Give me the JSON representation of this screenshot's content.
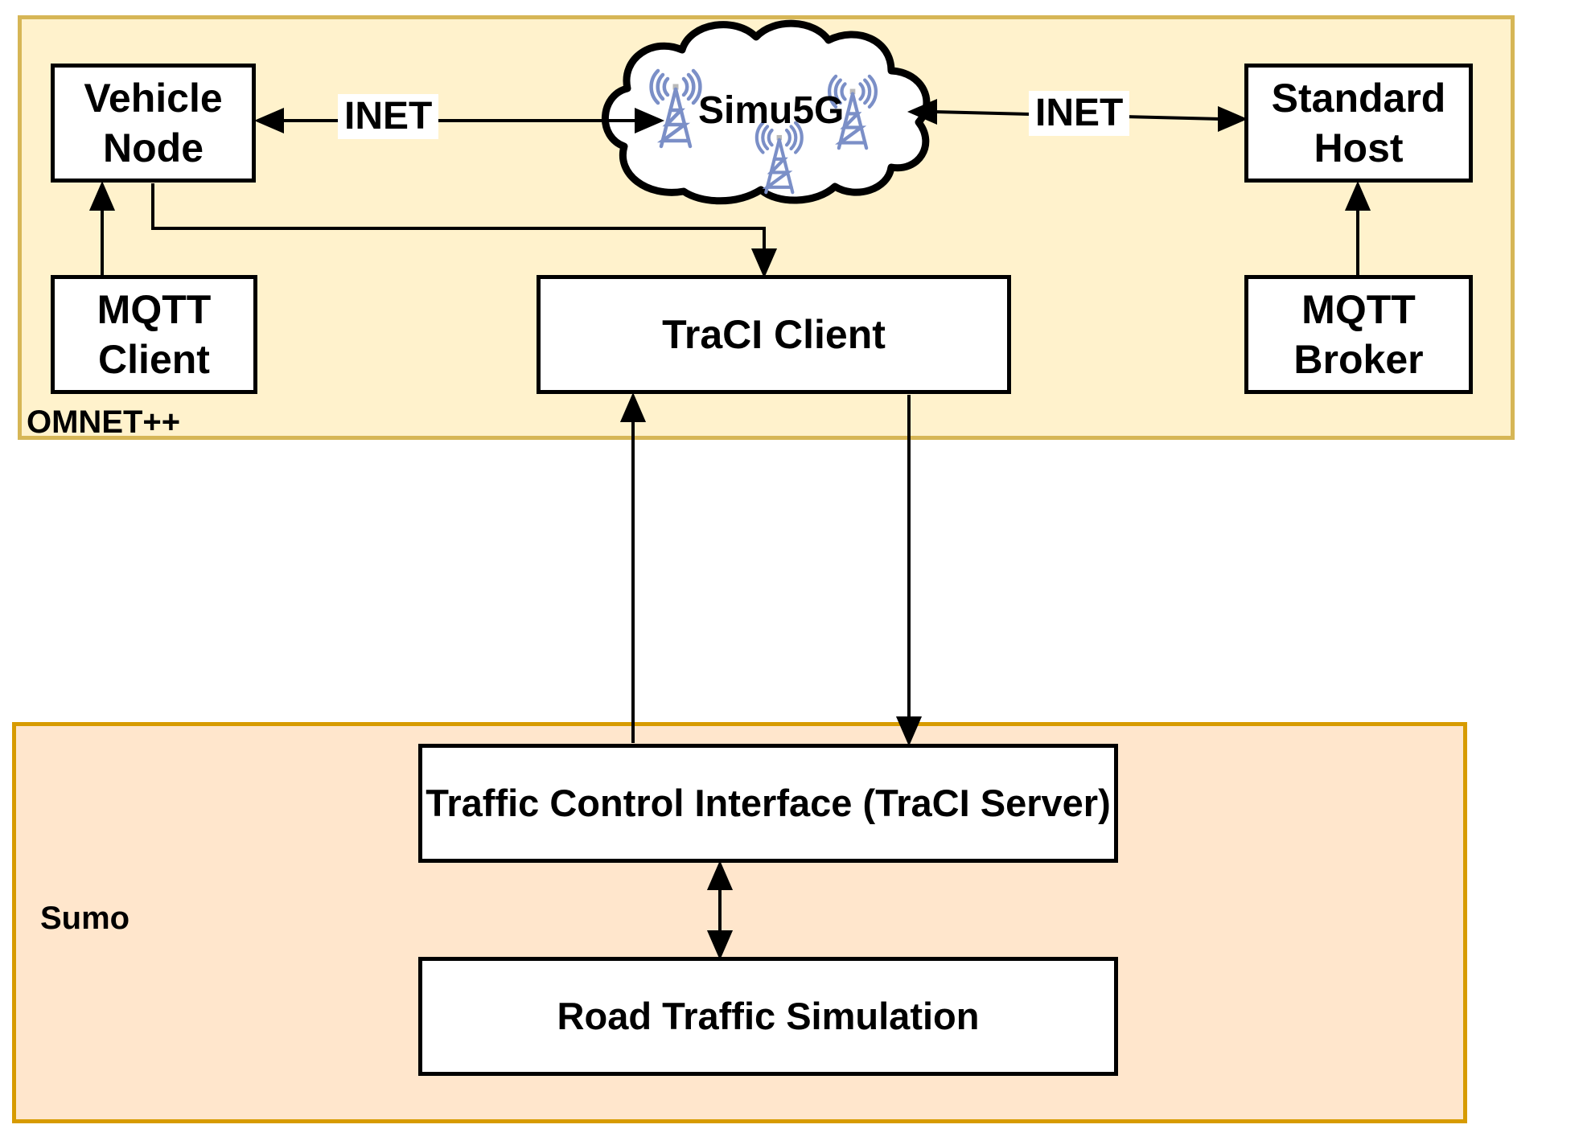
{
  "regions": {
    "omnet": {
      "label": "OMNET++",
      "fill": "#FFF2CC",
      "border_color": "#D6B656"
    },
    "sumo": {
      "label": "Sumo",
      "fill": "#FFE6CC",
      "border_color": "#D79B00"
    }
  },
  "cloud": {
    "label": "Simu5G",
    "tower_color": "#7B8FC7",
    "outline_color": "#000000",
    "fill": "#FFFFFF"
  },
  "nodes": {
    "vehicle_node": {
      "lines": [
        "Vehicle",
        "Node"
      ]
    },
    "standard_host": {
      "lines": [
        "Standard",
        "Host"
      ]
    },
    "mqtt_client": {
      "lines": [
        "MQTT",
        "Client"
      ]
    },
    "mqtt_broker": {
      "lines": [
        "MQTT",
        "Broker"
      ]
    },
    "traci_client": {
      "lines": [
        "TraCI Client"
      ]
    },
    "traci_server": {
      "lines": [
        "Traffic Control Interface (TraCI Server)"
      ]
    },
    "road_traffic_simulation": {
      "lines": [
        "Road Traffic Simulation"
      ]
    }
  },
  "edge_labels": {
    "inet_left": "INET",
    "inet_right": "INET"
  },
  "edges": [
    {
      "from": "Vehicle Node",
      "to": "Simu5G",
      "label": "INET",
      "bidirectional": true
    },
    {
      "from": "Simu5G",
      "to": "Standard Host",
      "label": "INET",
      "bidirectional": true
    },
    {
      "from": "MQTT Client",
      "to": "Vehicle Node",
      "bidirectional": false
    },
    {
      "from": "MQTT Broker",
      "to": "Standard Host",
      "bidirectional": false
    },
    {
      "from": "Vehicle Node",
      "to": "TraCI Client",
      "bidirectional": false
    },
    {
      "from": "Traffic Control Interface (TraCI Server)",
      "to": "TraCI Client",
      "bidirectional": false
    },
    {
      "from": "TraCI Client",
      "to": "Traffic Control Interface (TraCI Server)",
      "bidirectional": false
    },
    {
      "from": "Traffic Control Interface (TraCI Server)",
      "to": "Road Traffic Simulation",
      "bidirectional": true
    }
  ],
  "colors": {
    "box_fill": "#FFFFFF",
    "box_border": "#000000",
    "arrow": "#000000",
    "text": "#000000"
  }
}
